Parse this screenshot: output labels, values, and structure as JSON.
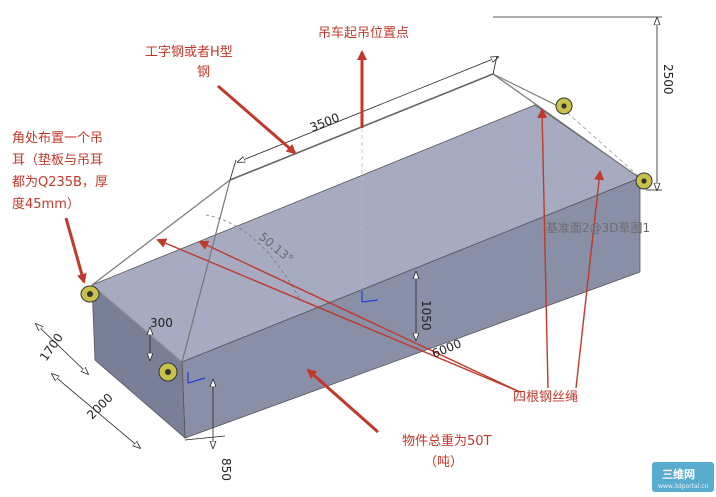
{
  "labels": {
    "beam": [
      "工字钢或者H型",
      "钢"
    ],
    "lift_point": "吊车起吊位置点",
    "corner_lug": [
      "角处布置一个吊",
      "耳（垫板与吊耳",
      "都为Q235B，厚",
      "度45mm）"
    ],
    "wire_ropes": "四根钢丝绳",
    "total_weight": [
      "物件总重为50T",
      "（吨）"
    ],
    "sketch_name": "基准面2@3D草图1"
  },
  "dimensions": {
    "beam_length": "3500",
    "rope_angle": "50.13°",
    "hoist_height": "2500",
    "box_length": "6000",
    "box_height": "1050",
    "lug_offset": "300",
    "width_top": "1700",
    "width_front": "2000",
    "base_offset": "850"
  },
  "watermark": {
    "text": "三维网",
    "url": "www.3dportal.cn"
  },
  "colors": {
    "annotation": "#c0392b",
    "box_top": "#a7abc2",
    "box_front": "#8a8fa8",
    "box_side": "#7a7f98",
    "lug": "#c9c24a",
    "watermark_bg": "#5aaccf"
  }
}
